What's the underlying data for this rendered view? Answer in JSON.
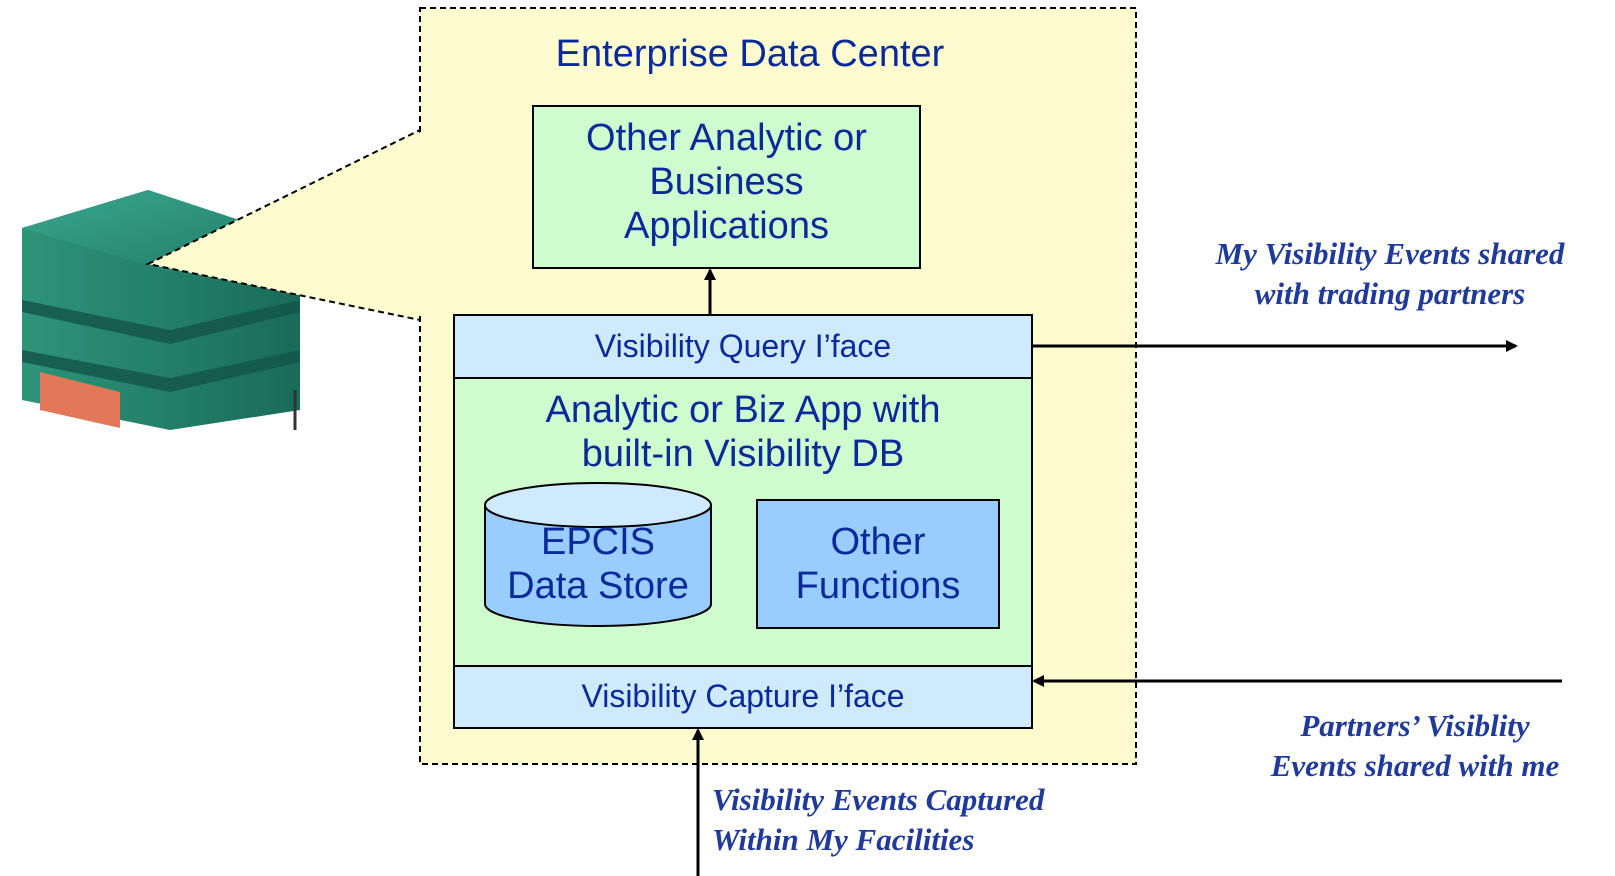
{
  "diagram": {
    "data_center_title": "Enterprise Data Center",
    "other_apps_label": "Other Analytic or\nBusiness\nApplications",
    "query_iface_label": "Visibility Query I’face",
    "app_label": "Analytic or Biz App with\nbuilt-in Visibility DB",
    "epcis_label": "EPCIS\nData Store",
    "other_functions_label": "Other\nFunctions",
    "capture_iface_label": "Visibility Capture I’face",
    "shared_out_label": "My Visibility Events shared\nwith trading partners",
    "partners_in_label": "Partners’ Visiblity\nEvents shared with me",
    "captured_label": "Visibility Events Captured\nWithin My Facilities"
  },
  "colors": {
    "data_center_fill": "#fdfccf",
    "green_box_fill": "#cffccf",
    "blue_iface_fill": "#cfeafc",
    "blue_component_fill": "#99ccff",
    "text_blue": "#0a2a9a",
    "annotation_blue": "#1f3a9a"
  },
  "icons": [
    "server-stack-icon"
  ]
}
